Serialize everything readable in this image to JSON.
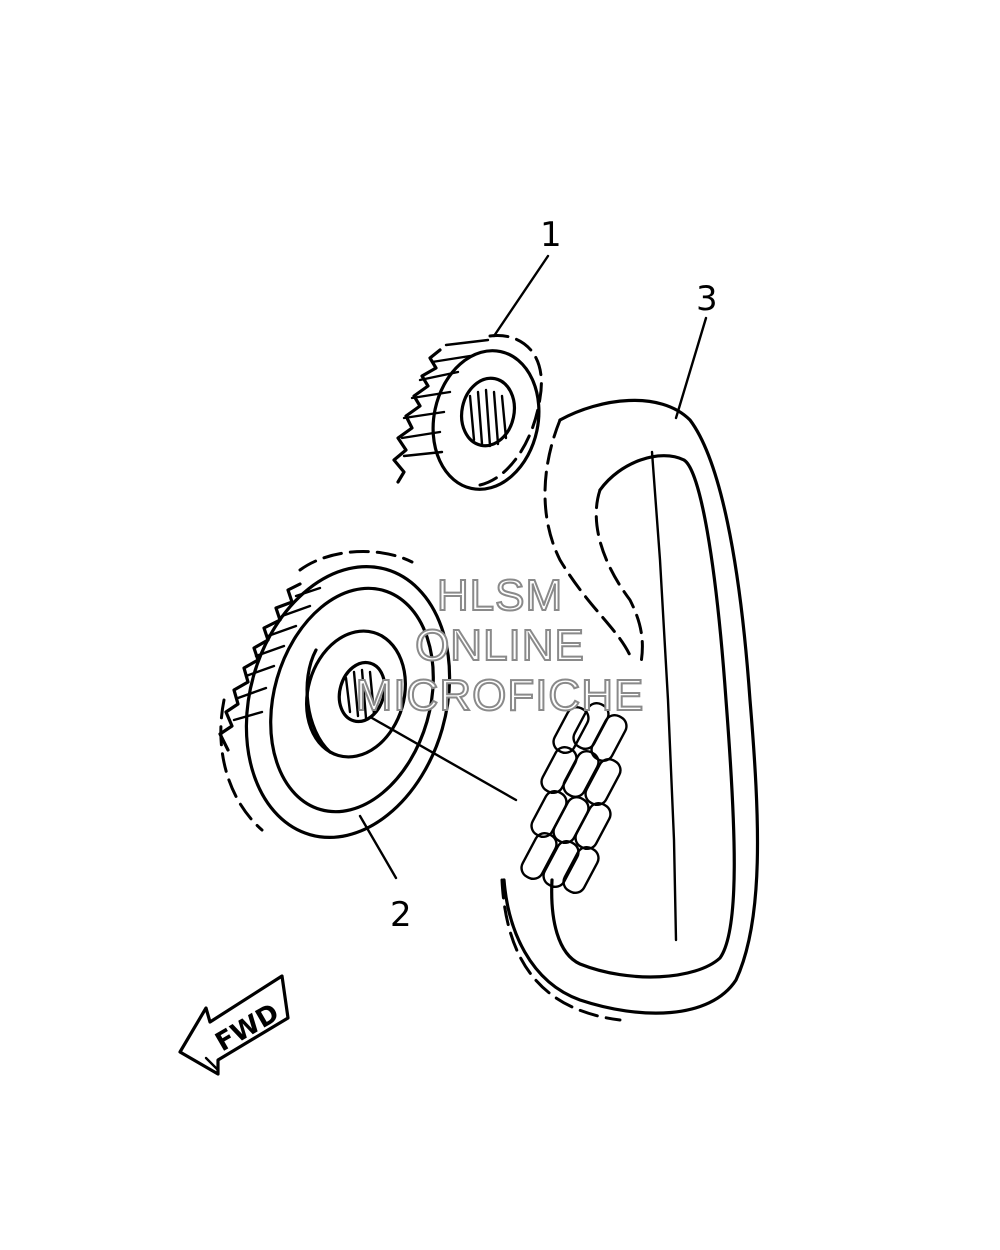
{
  "callouts": [
    {
      "id": "1",
      "label": "1"
    },
    {
      "id": "2",
      "label": "2"
    },
    {
      "id": "3",
      "label": "3"
    }
  ],
  "arrow": {
    "label": "FWD"
  },
  "watermark": {
    "line1": "HLSM",
    "line2": "ONLINE",
    "line3": "MICROFICHE"
  }
}
